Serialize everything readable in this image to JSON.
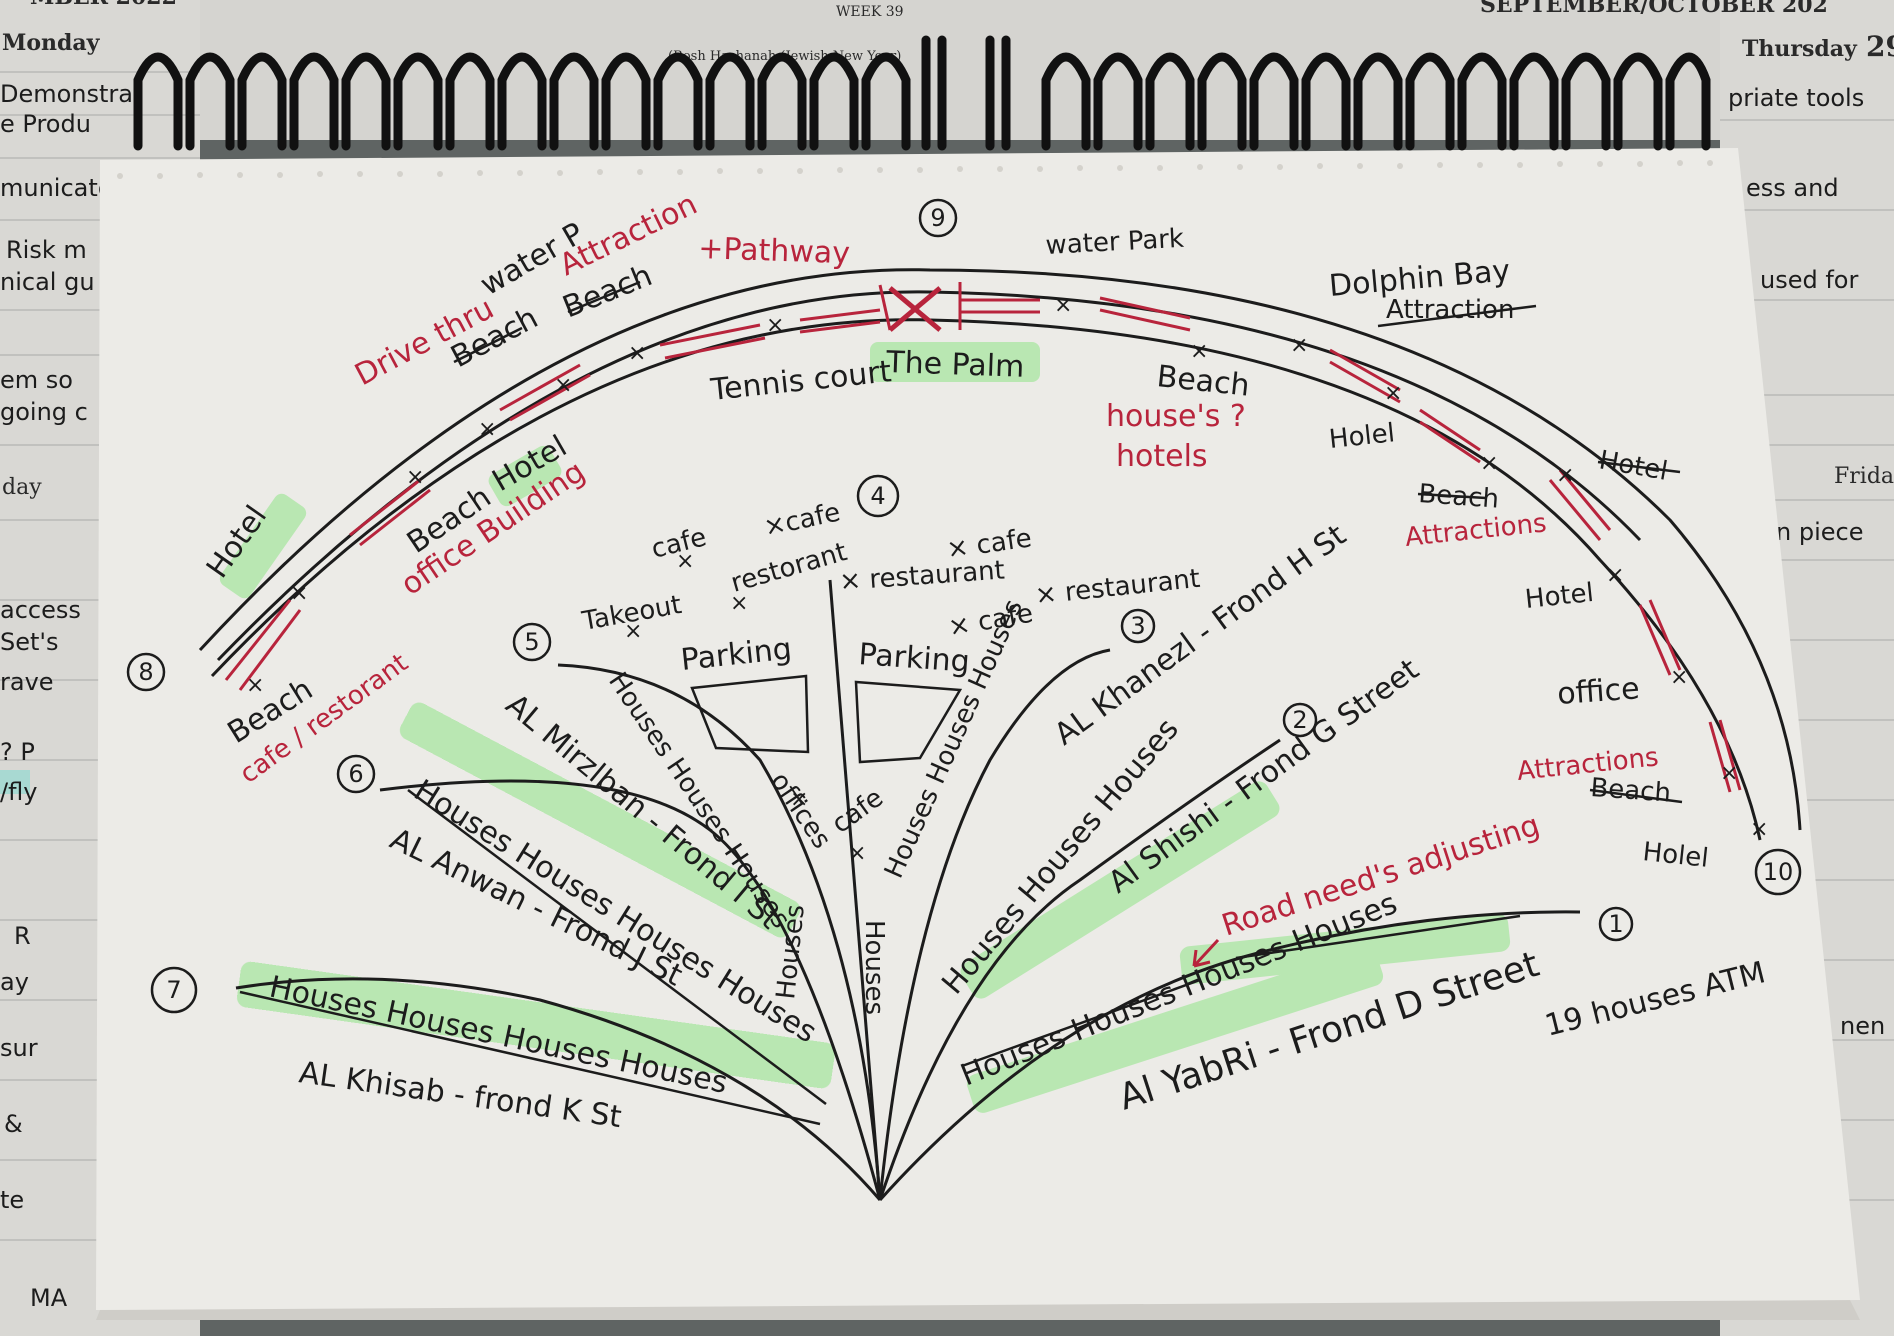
{
  "planner": {
    "month_left": "MBER 2022",
    "week": "WEEK 39",
    "month_right": "SEPTEMBER/OCTOBER 202",
    "day_left": "Monday",
    "day_right": "Thursday",
    "date_right": "29",
    "holiday": "(Rosh Hashanah (Jewish New Year)",
    "day_left2": "day",
    "day_right2": "Frida",
    "left_lines": [
      "Demonstra",
      "e Produ",
      "municate",
      "Risk m",
      "nical gu",
      "em so",
      "going c",
      "access",
      "Set's",
      "rave",
      "? P",
      "/fly",
      "R",
      "ay",
      "sur",
      "&",
      "te"
    ],
    "right_lines": [
      "priate tools",
      "ess and",
      "used for",
      "n piece",
      "nen"
    ]
  },
  "map": {
    "numbers": [
      "1",
      "2",
      "3",
      "4",
      "5",
      "6",
      "7",
      "8",
      "9",
      "10"
    ],
    "palm_label": "The Palm",
    "crescent_labels": {
      "drive_thru": "Drive thru",
      "water_p": "water P",
      "attraction_top": "Attraction",
      "pathway": "+Pathway",
      "water_park": "water Park",
      "dolphin_bay": "Dolphin Bay",
      "dolphin_attraction": "Attraction",
      "beach_left": "Beach",
      "beach_left2": "Beach",
      "hotel_1": "Hotel",
      "hotel_2": "Hotel",
      "beach_3": "Beach",
      "office_building": "office Building",
      "beach_4": "Beach",
      "cafe_restaurant": "cafe / restorant",
      "tennis_court": "Tennis court",
      "beach_right": "Beach",
      "houses_q": "house's ?",
      "hotels_q": "hotels",
      "holel_1": "Holel",
      "beach_crossed": "Beach",
      "attractions_1": "Attractions",
      "hotel_red": "Hotel",
      "hotel_3": "Hotel",
      "office_right": "office",
      "attractions_2": "Attractions",
      "beach_crossed2": "Beach",
      "holel_2": "Holel"
    },
    "trunk_labels": {
      "cafe_1": "cafe",
      "cafe_2": "×cafe",
      "restaurant_1": "restorant",
      "restaurant_2": "× restaurant",
      "cafe_3": "× cafe",
      "takeout": "Takeout",
      "cafe_4": "× cafe",
      "restaurant_3": "× restaurant",
      "parking_1": "Parking",
      "parking_2": "Parking",
      "offices": "offices",
      "cafe_5": "cafe",
      "houses_trunk_l": "Houses",
      "houses_trunk_r": "Houses"
    },
    "fronds": [
      {
        "id": "1",
        "name": "Al YabRi - Frond D Street",
        "houses": "Houses Houses Houses Houses"
      },
      {
        "id": "2",
        "name": "Al Shishi - Frond G Street",
        "houses": "Houses Houses Houses"
      },
      {
        "id": "3",
        "name": "AL Khanezl - Frond H St",
        "houses": "Houses Houses Houses"
      },
      {
        "id": "5",
        "name": "AL Mirzlban - Frond I St",
        "houses": "Houses Houses Houses"
      },
      {
        "id": "6",
        "name": "AL Anwan - Frond J St",
        "houses": "Houses Houses Houses Houses"
      },
      {
        "id": "7",
        "name": "AL Khisab - frond K St",
        "houses": "Houses Houses Houses Houses"
      }
    ],
    "notes": {
      "road_adjust": "Road need's adjusting",
      "houses_atm": "19 houses ATM"
    },
    "signature": "MA"
  },
  "colors": {
    "highlight": "#a8e6a0",
    "red_ink": "#b8243c",
    "black_ink": "#1c1c1c",
    "paper": "#eceae6"
  }
}
